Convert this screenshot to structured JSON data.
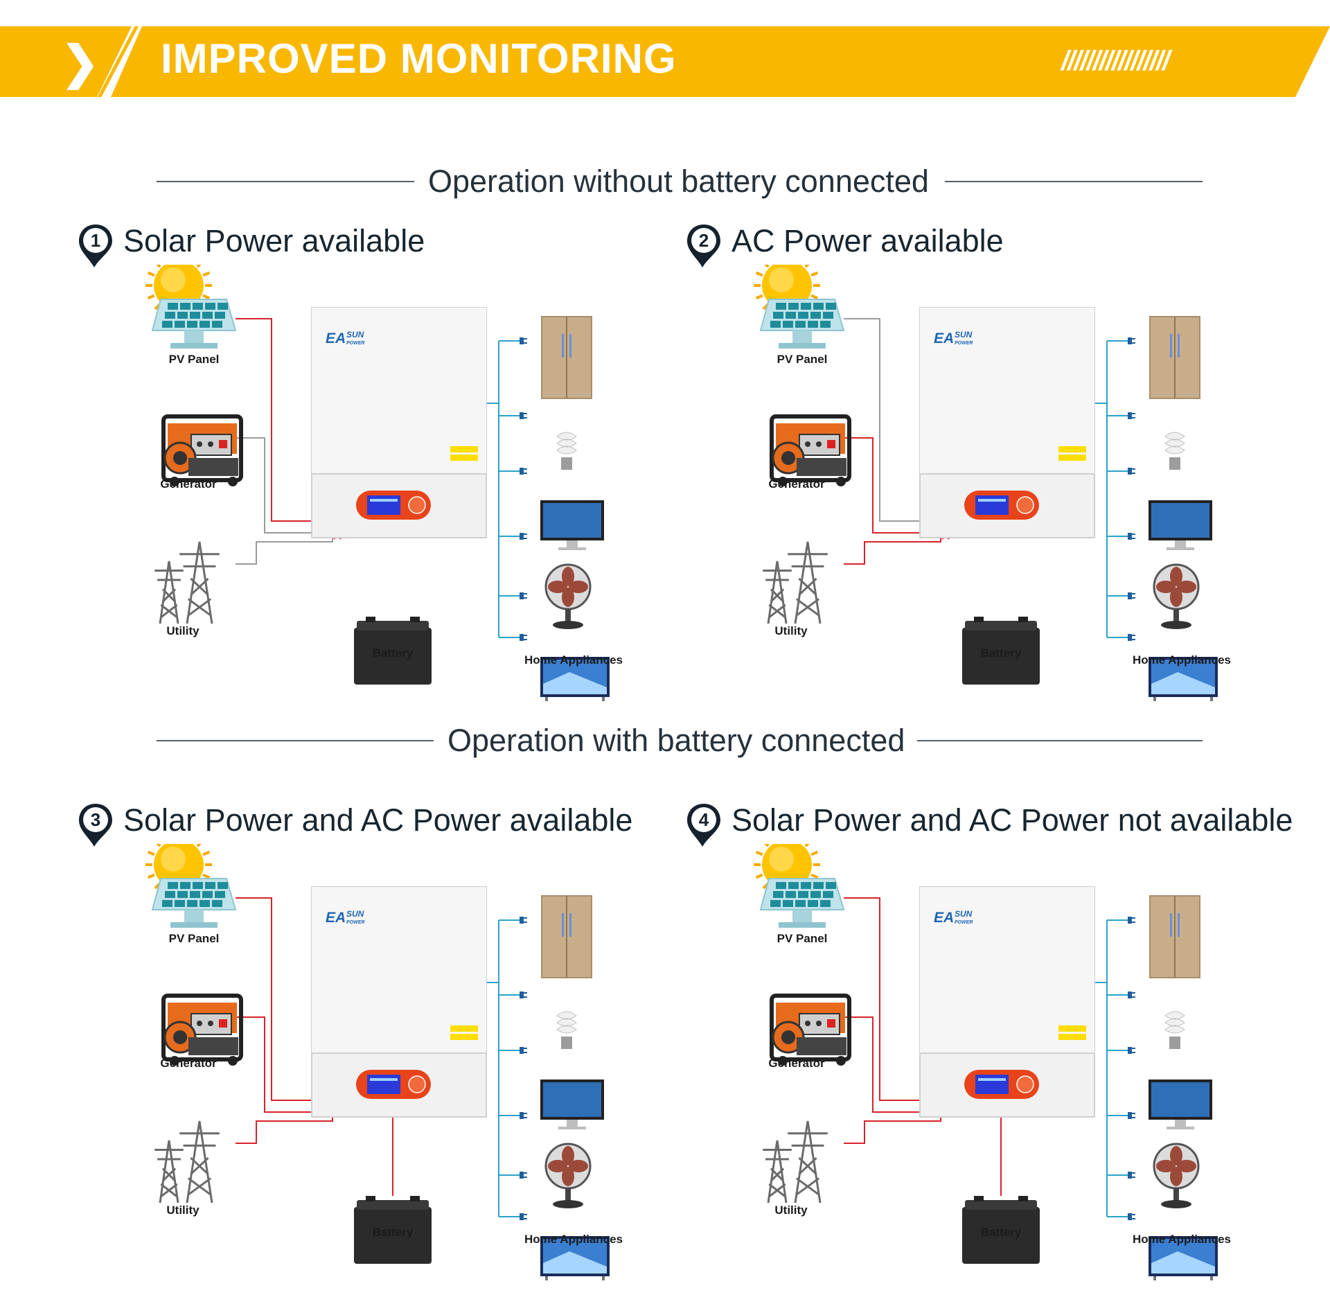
{
  "banner": {
    "title": "IMPROVED MONITORING",
    "chevron": "❯",
    "slashes": "/////////////////"
  },
  "sections": [
    {
      "title": "Operation without battery connected"
    },
    {
      "title": "Operation with battery connected"
    }
  ],
  "panels": [
    {
      "number": "1",
      "heading": "Solar Power available"
    },
    {
      "number": "2",
      "heading": "AC Power available"
    },
    {
      "number": "3",
      "heading": "Solar Power and AC Power available"
    },
    {
      "number": "4",
      "heading": "Solar Power and AC Power not available"
    }
  ],
  "labels": {
    "pv": "PV Panel",
    "generator": "Generator",
    "utility": "Utility",
    "battery": "Battery",
    "home": "Home Appliances"
  },
  "brand": {
    "main": "EA",
    "sup": "SUN",
    "sub": "POWER"
  },
  "colors": {
    "banner": "#f9b700",
    "active_wire": "#d8222a",
    "inactive_wire": "#9a9a9a",
    "output_wire": "#2aa3c9",
    "marker": "#15222e"
  },
  "icons": [
    "sun-icon",
    "solar-panel-icon",
    "generator-icon",
    "power-tower-icon",
    "inverter-icon",
    "battery-icon",
    "refrigerator-icon",
    "bulb-icon",
    "monitor-icon",
    "fan-icon",
    "tv-icon",
    "plug-icon",
    "map-marker-icon"
  ]
}
